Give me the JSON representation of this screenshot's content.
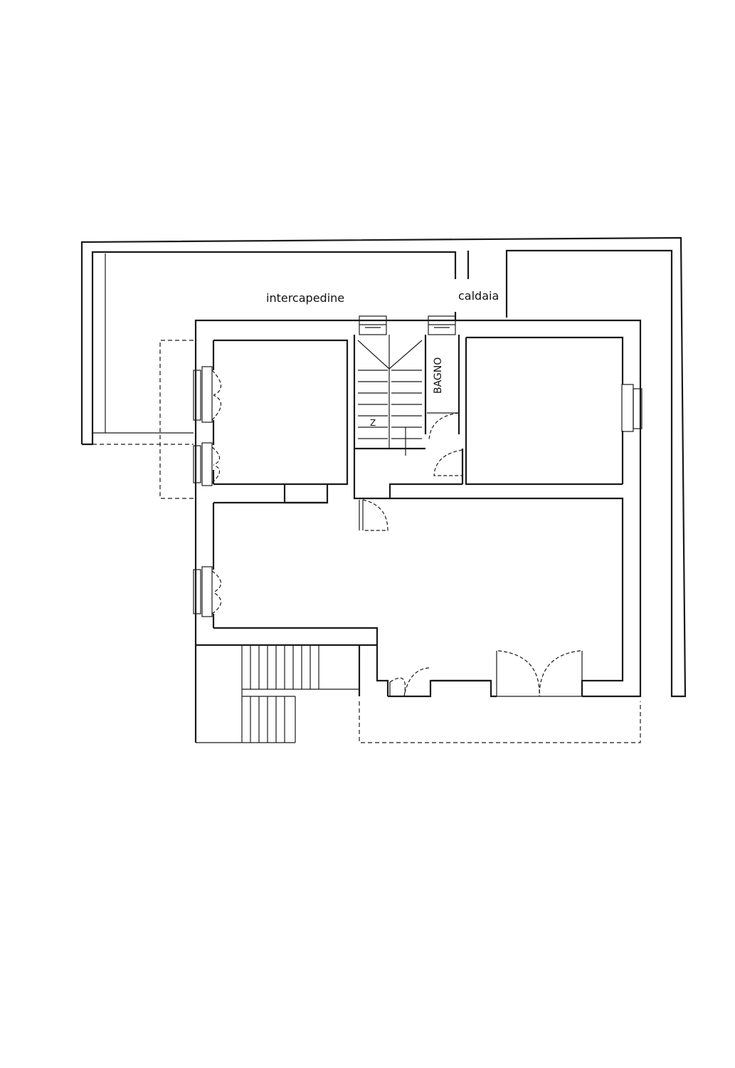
{
  "labels": {
    "intercapedine": "intercapedine",
    "caldaia": "caldaia",
    "bagno": "BAGNO"
  }
}
